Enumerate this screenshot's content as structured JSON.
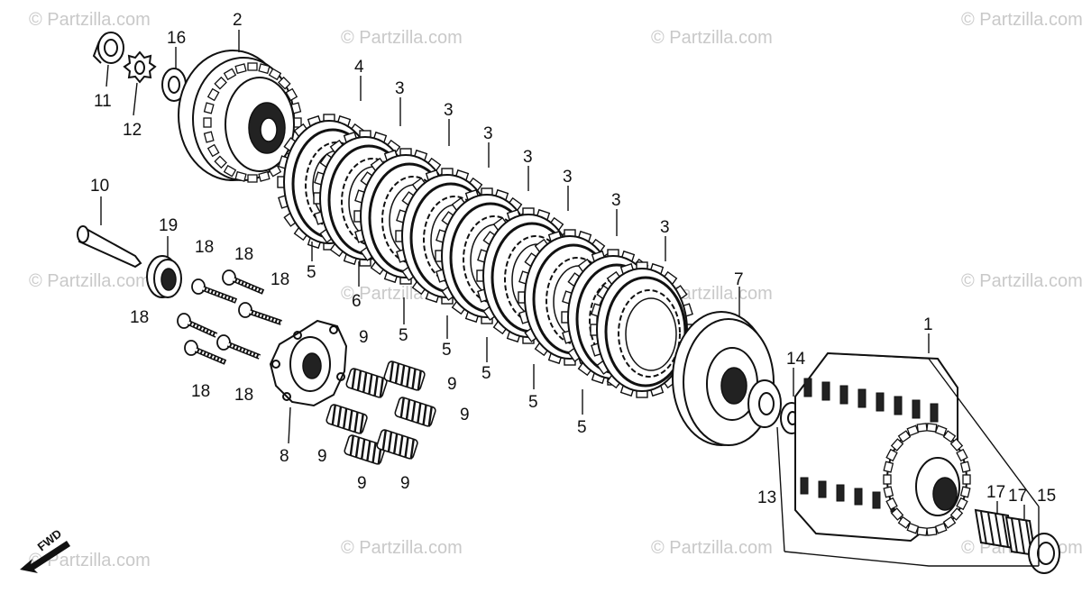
{
  "watermark": "© Partzilla.com",
  "direction_label": "FWD",
  "callouts": [
    "1",
    "2",
    "3",
    "4",
    "5",
    "6",
    "7",
    "8",
    "9",
    "10",
    "11",
    "12",
    "13",
    "14",
    "15",
    "16",
    "17",
    "18",
    "19"
  ]
}
